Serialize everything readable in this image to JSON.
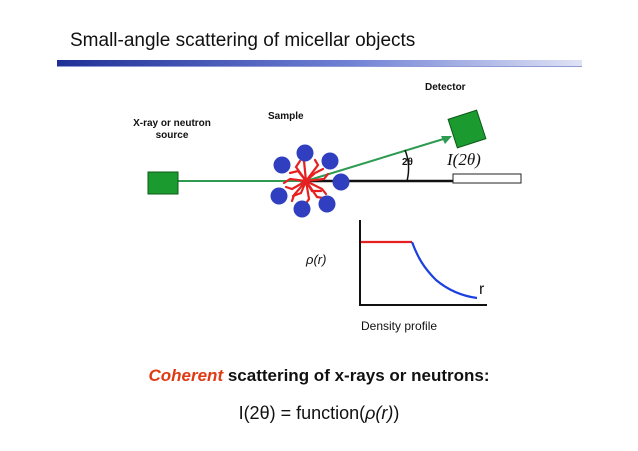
{
  "title": "Small-angle scattering of micellar objects",
  "labels": {
    "source_line1": "X-ray or neutron",
    "source_line2": "source",
    "sample": "Sample",
    "detector": "Detector",
    "angle": "2θ",
    "intensity": "I(2θ)",
    "density_axis": "ρ(r)",
    "r_axis": "r",
    "density_caption": "Density profile"
  },
  "bottom": {
    "coherent_word": "Coherent",
    "rest": " scattering of x-rays or neutrons:",
    "formula_prefix": "I(2θ) = function(",
    "formula_rho": "ρ(r)",
    "formula_suffix": ")"
  },
  "colors": {
    "source_box": "#1b9a2f",
    "detector_box": "#1b9a2f",
    "beam": "#2e9a52",
    "micelle_core": "#e62020",
    "micelle_head": "#2f3fc0",
    "profile_flat": "#e62020",
    "profile_decay": "#1c3fe0",
    "divider_dark": "#1f2f96",
    "divider_light": "#c5cdee",
    "coherent_text": "#e03a14"
  },
  "icons": {
    "source": "square-source-icon",
    "detector": "square-detector-icon",
    "micelle": "micelle-icon"
  }
}
